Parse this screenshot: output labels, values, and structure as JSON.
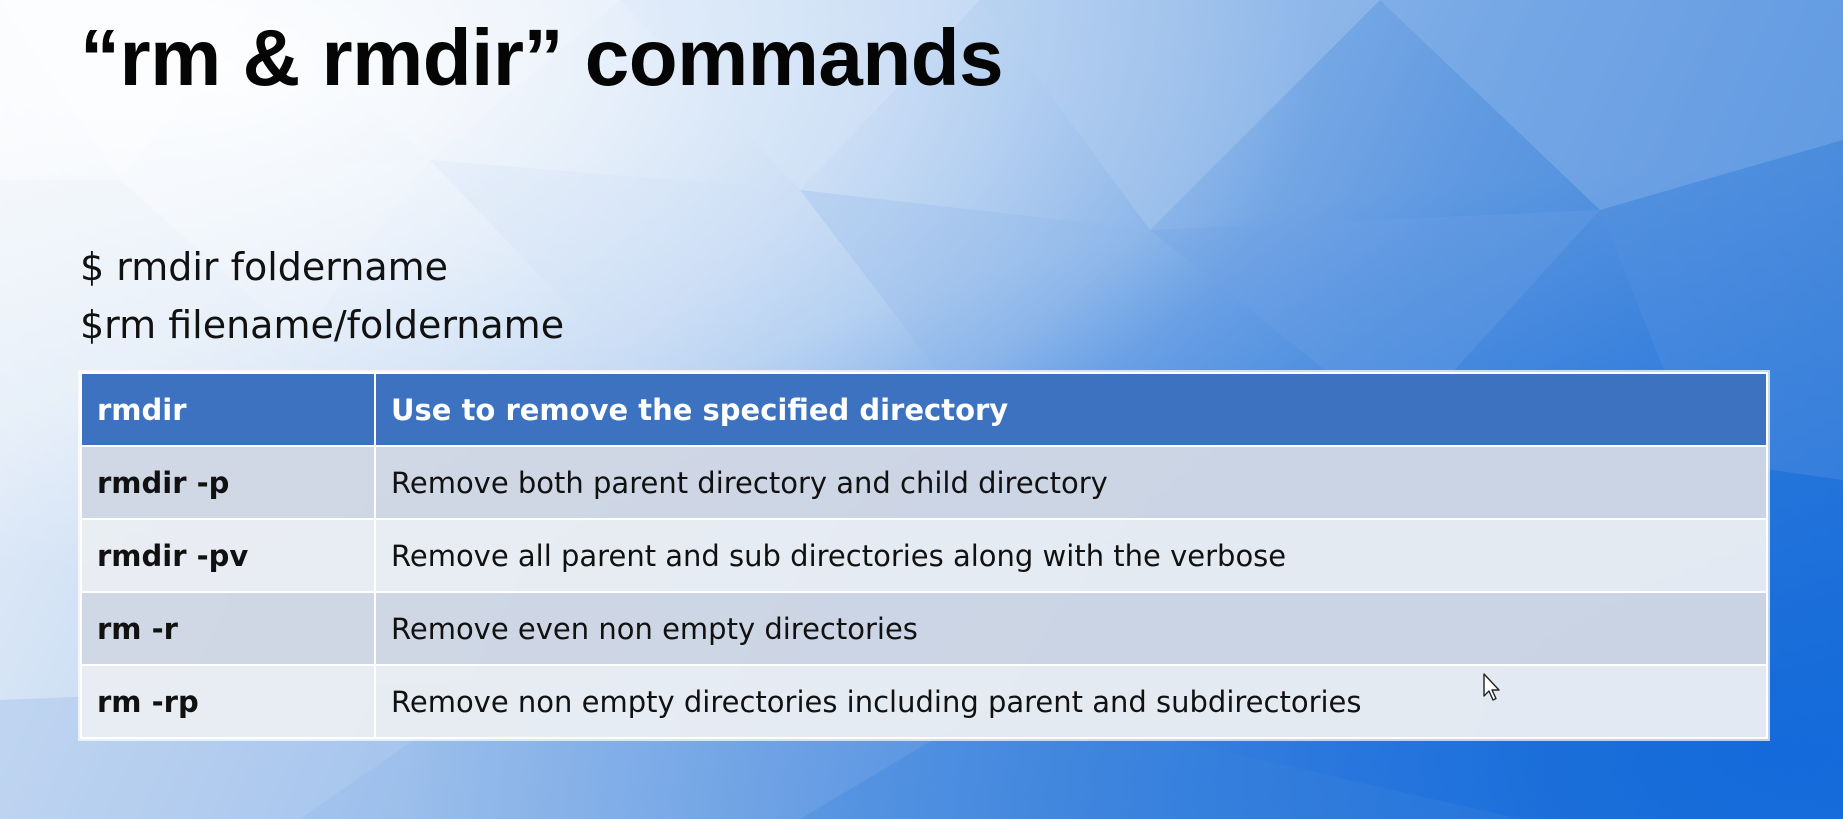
{
  "slide": {
    "title": "“rm & rmdir” commands",
    "command_lines": [
      "$ rmdir foldername",
      "$rm filename/foldername"
    ],
    "table": {
      "header": {
        "option": "rmdir",
        "description": "Use to remove the specified directory"
      },
      "rows": [
        {
          "option": "rmdir -p",
          "description": "Remove both parent directory and child directory"
        },
        {
          "option": "rmdir -pv",
          "description": "Remove all parent and sub directories along with the verbose"
        },
        {
          "option": "rm -r",
          "description": "Remove even non empty directories"
        },
        {
          "option": "rm -rp",
          "description": "Remove non empty directories including parent and subdirectories"
        }
      ]
    }
  },
  "icons": {
    "cursor": "mouse-pointer-icon"
  },
  "colors": {
    "header_bg": "#3c72bf",
    "row_dark": "#d0d7e4",
    "row_light": "#e9edf3",
    "title_text": "#050505"
  }
}
